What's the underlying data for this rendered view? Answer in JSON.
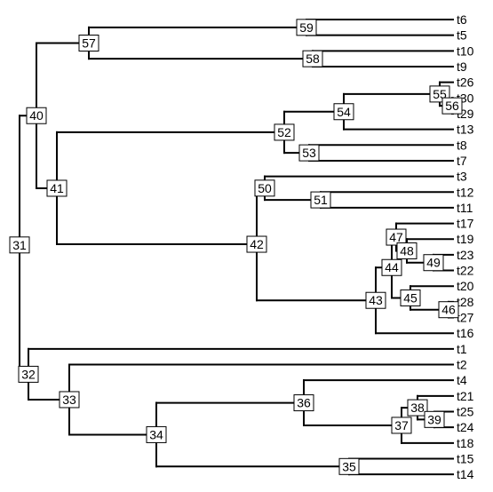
{
  "tree": {
    "tips": [
      "t6",
      "t5",
      "t10",
      "t9",
      "t26",
      "t30",
      "t29",
      "t13",
      "t8",
      "t7",
      "t3",
      "t12",
      "t11",
      "t17",
      "t19",
      "t23",
      "t22",
      "t20",
      "t28",
      "t27",
      "t16",
      "t1",
      "t2",
      "t4",
      "t21",
      "t25",
      "t24",
      "t18",
      "t15",
      "t14"
    ],
    "nodes": [
      {
        "id": "31",
        "children": [
          "40",
          "32"
        ]
      },
      {
        "id": "40",
        "children": [
          "57",
          "41"
        ]
      },
      {
        "id": "57",
        "children": [
          "59",
          "58"
        ]
      },
      {
        "id": "59",
        "children": [
          "t6",
          "t5"
        ]
      },
      {
        "id": "58",
        "children": [
          "t10",
          "t9"
        ]
      },
      {
        "id": "41",
        "children": [
          "52",
          "42"
        ]
      },
      {
        "id": "52",
        "children": [
          "54",
          "53"
        ]
      },
      {
        "id": "54",
        "children": [
          "55",
          "t13"
        ]
      },
      {
        "id": "55",
        "children": [
          "t26",
          "56"
        ]
      },
      {
        "id": "56",
        "children": [
          "t30",
          "t29"
        ]
      },
      {
        "id": "53",
        "children": [
          "t8",
          "t7"
        ]
      },
      {
        "id": "42",
        "children": [
          "50",
          "43"
        ]
      },
      {
        "id": "50",
        "children": [
          "t3",
          "51"
        ]
      },
      {
        "id": "51",
        "children": [
          "t12",
          "t11"
        ]
      },
      {
        "id": "43",
        "children": [
          "44",
          "t16"
        ]
      },
      {
        "id": "44",
        "children": [
          "47",
          "45"
        ]
      },
      {
        "id": "47",
        "children": [
          "t17",
          "48"
        ]
      },
      {
        "id": "48",
        "children": [
          "t19",
          "49"
        ]
      },
      {
        "id": "49",
        "children": [
          "t23",
          "t22"
        ]
      },
      {
        "id": "45",
        "children": [
          "t20",
          "46"
        ]
      },
      {
        "id": "46",
        "children": [
          "t28",
          "t27"
        ]
      },
      {
        "id": "32",
        "children": [
          "t1",
          "33"
        ]
      },
      {
        "id": "33",
        "children": [
          "t2",
          "34"
        ]
      },
      {
        "id": "34",
        "children": [
          "36",
          "35"
        ]
      },
      {
        "id": "36",
        "children": [
          "t4",
          "37"
        ]
      },
      {
        "id": "37",
        "children": [
          "38",
          "t18"
        ]
      },
      {
        "id": "38",
        "children": [
          "t21",
          "39"
        ]
      },
      {
        "id": "39",
        "children": [
          "t25",
          "t24"
        ]
      },
      {
        "id": "35",
        "children": [
          "t15",
          "t14"
        ]
      }
    ]
  }
}
